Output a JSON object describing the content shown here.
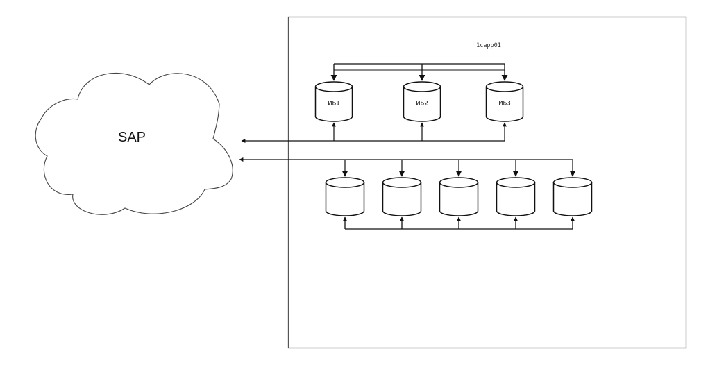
{
  "diagram": {
    "cloud": {
      "label": "SAP"
    },
    "server": {
      "label": "1capp01"
    },
    "databases_top": [
      {
        "label": "ИБ1"
      },
      {
        "label": "ИБ2"
      },
      {
        "label": "ИБ3"
      }
    ],
    "databases_bottom": [
      {
        "label": ""
      },
      {
        "label": ""
      },
      {
        "label": ""
      },
      {
        "label": ""
      },
      {
        "label": ""
      }
    ],
    "colors": {
      "stroke": "#111111",
      "box_stroke": "#555555",
      "background": "#ffffff"
    }
  }
}
